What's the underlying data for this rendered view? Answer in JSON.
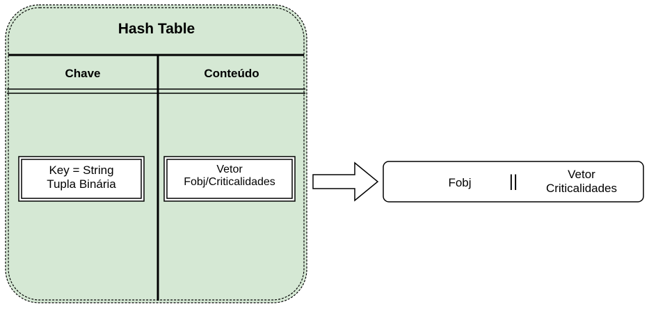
{
  "hash_table": {
    "title": "Hash Table",
    "columns": {
      "key_header": "Chave",
      "value_header": "Conteúdo"
    },
    "entry": {
      "key_line1": "Key = String",
      "key_line2": "Tupla Binária",
      "value_line1": "Vetor",
      "value_line2": "Fobj/Criticalidades"
    },
    "fill_color": "#d5e8d4",
    "border_color": "#000000"
  },
  "arrow": {
    "shape": "block-arrow-right",
    "fill_color": "#ffffff"
  },
  "record": {
    "field1": "Fobj",
    "separator": "||",
    "field2_line1": "Vetor",
    "field2_line2": "Criticalidades"
  }
}
